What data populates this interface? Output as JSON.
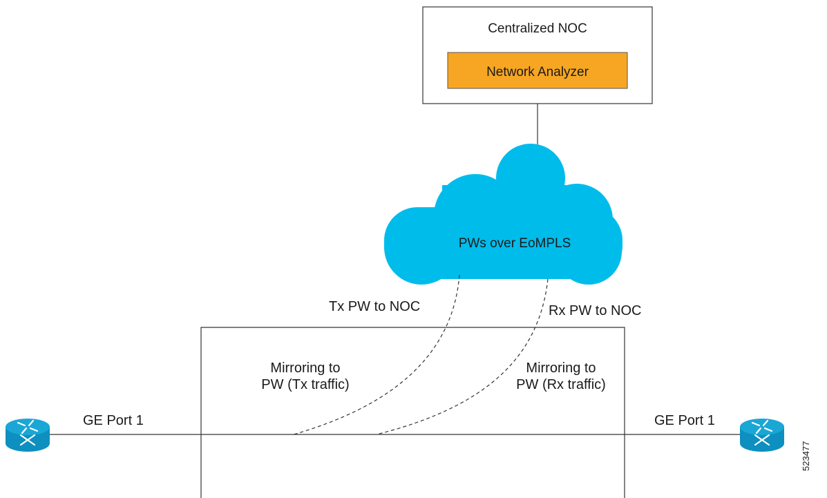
{
  "noc": {
    "title": "Centralized NOC",
    "analyzer_label": "Network Analyzer"
  },
  "cloud": {
    "label": "PWs over EoMPLS"
  },
  "pseudowires": {
    "tx_label": "Tx PW to NOC",
    "rx_label": "Rx PW to NOC"
  },
  "device": {
    "mirror_tx_line1": "Mirroring to",
    "mirror_tx_line2": "PW (Tx traffic)",
    "mirror_rx_line1": "Mirroring to",
    "mirror_rx_line2": "PW (Rx traffic)"
  },
  "ports": {
    "left_label": "GE Port 1",
    "right_label": "GE Port 1"
  },
  "figure_id": "523477",
  "colors": {
    "analyzer_fill": "#f7a623",
    "cloud_fill": "#00bceb",
    "router_fill": "#1aa7d6",
    "line": "#333333"
  },
  "icons": {
    "router": "router-icon",
    "cloud": "cloud-icon"
  }
}
